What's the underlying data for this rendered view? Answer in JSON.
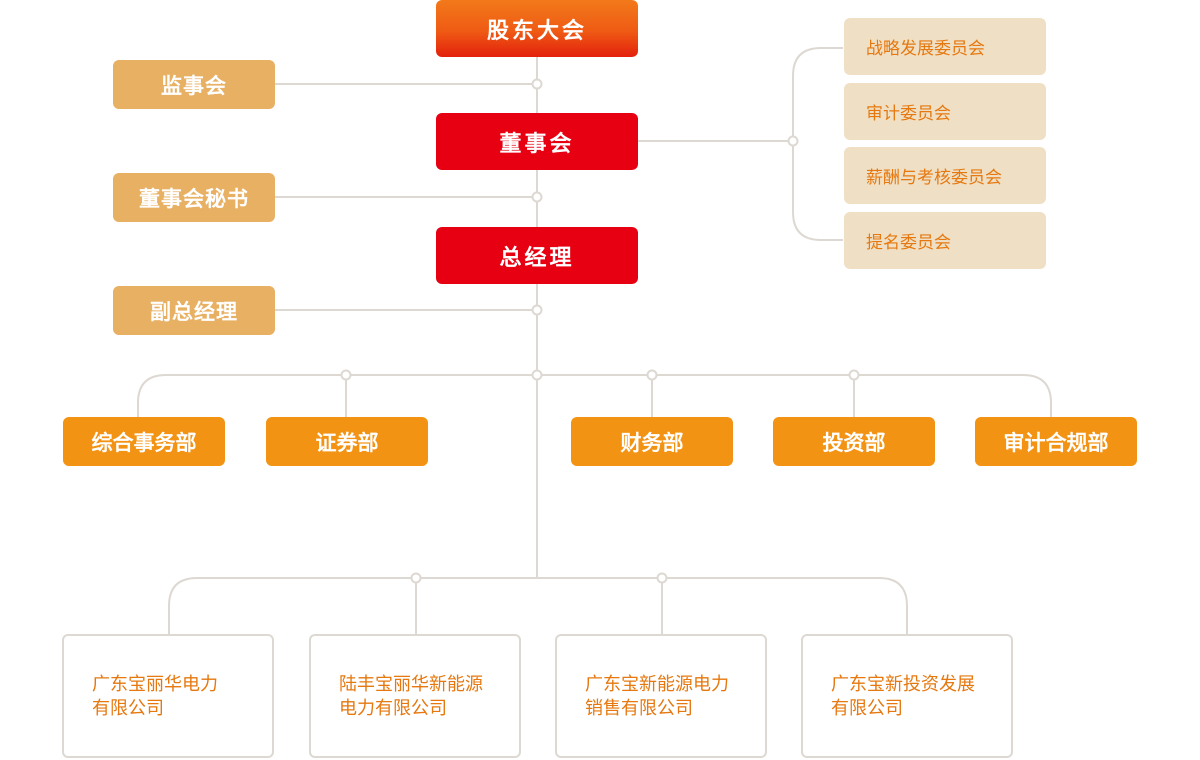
{
  "diagram": {
    "shareholders_meeting": "股东大会",
    "board_of_directors": "董事会",
    "general_manager": "总经理",
    "supervisory_board": "监事会",
    "board_secretary": "董事会秘书",
    "deputy_general_manager": "副总经理",
    "committees": [
      "战略发展委员会",
      "审计委员会",
      "薪酬与考核委员会",
      "提名委员会"
    ],
    "departments": [
      "综合事务部",
      "证券部",
      "财务部",
      "投资部",
      "审计合规部"
    ],
    "subsidiaries": [
      {
        "line1": "广东宝丽华电力",
        "line2": "有限公司"
      },
      {
        "line1": "陆丰宝丽华新能源",
        "line2": "电力有限公司"
      },
      {
        "line1": "广东宝新能源电力",
        "line2": "销售有限公司"
      },
      {
        "line1": "广东宝新投资发展",
        "line2": "有限公司"
      }
    ]
  },
  "colors": {
    "connector": "#ddd8d2",
    "main_red": "#e60012",
    "aux_tan": "#e8b063",
    "committee_bg": "#efe0c5",
    "accent_text": "#e6780f",
    "dept_orange": "#f39314"
  }
}
